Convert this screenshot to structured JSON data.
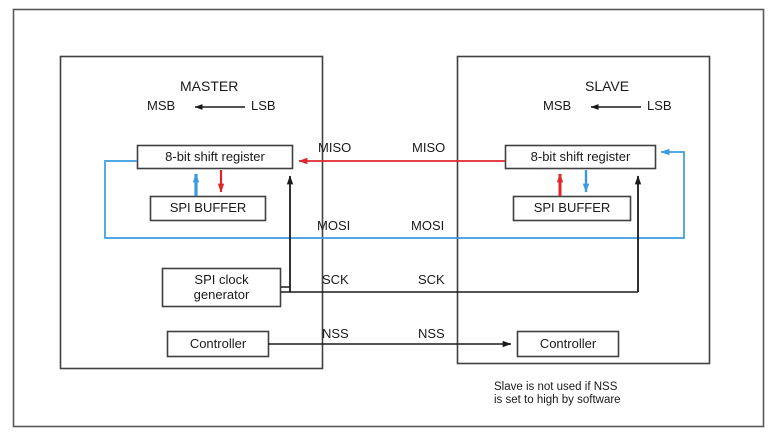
{
  "diagram": {
    "title_master": "MASTER",
    "title_slave": "SLAVE",
    "bit_order": {
      "msb": "MSB",
      "lsb": "LSB"
    },
    "master": {
      "shift_register": "8-bit shift register",
      "spi_buffer": "SPI BUFFER",
      "clock_generator": "SPI clock\ngenerator",
      "controller": "Controller"
    },
    "slave": {
      "shift_register": "8-bit shift register",
      "spi_buffer": "SPI BUFFER",
      "controller": "Controller"
    },
    "signals": {
      "miso_master": "MISO",
      "miso_slave": "MISO",
      "mosi_master": "MOSI",
      "mosi_slave": "MOSI",
      "sck_master": "SCK",
      "sck_slave": "SCK",
      "nss_master": "NSS",
      "nss_slave": "NSS"
    },
    "note": "Slave is not used if NSS\nis set to high by software",
    "colors": {
      "miso_line": "#e0262b",
      "mosi_line": "#3b9ae1",
      "sck_line": "#1a1a1a",
      "nss_line": "#1a1a1a",
      "box_border": "#404040",
      "frame_border": "#595959",
      "text": "#1a1a1a",
      "background": "#ffffff"
    }
  }
}
